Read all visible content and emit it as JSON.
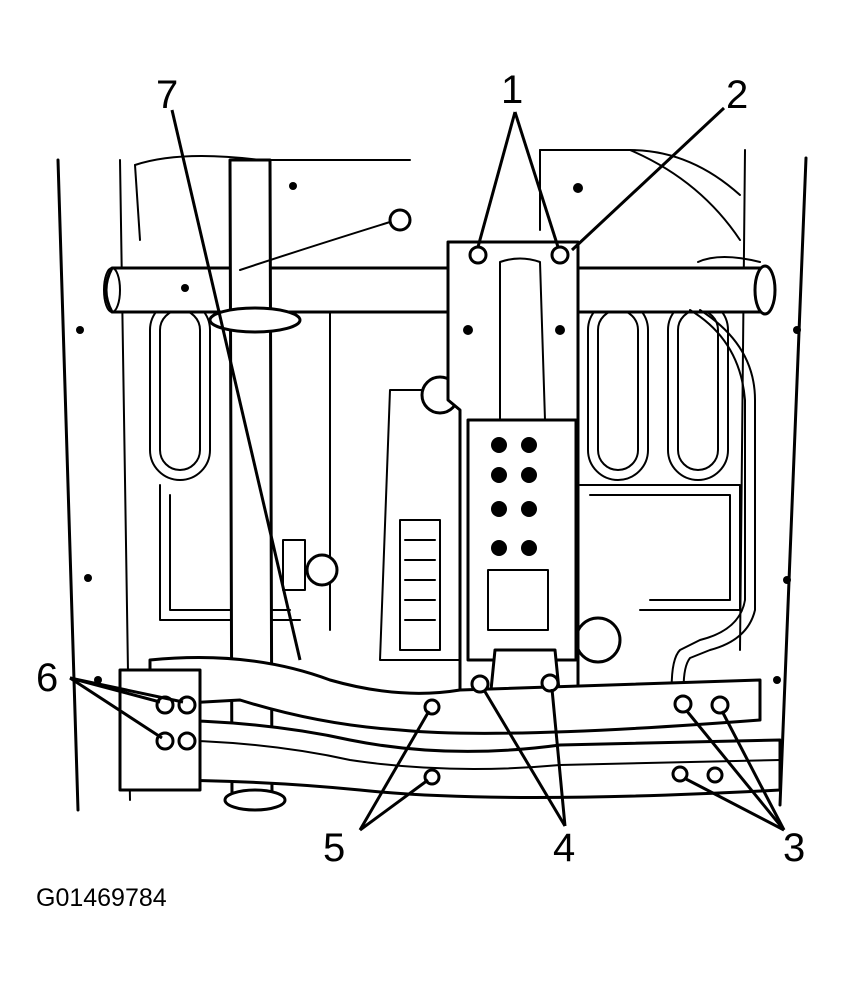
{
  "callouts": [
    "1",
    "2",
    "3",
    "4",
    "5",
    "6",
    "7"
  ],
  "figure_id": "G01469784"
}
